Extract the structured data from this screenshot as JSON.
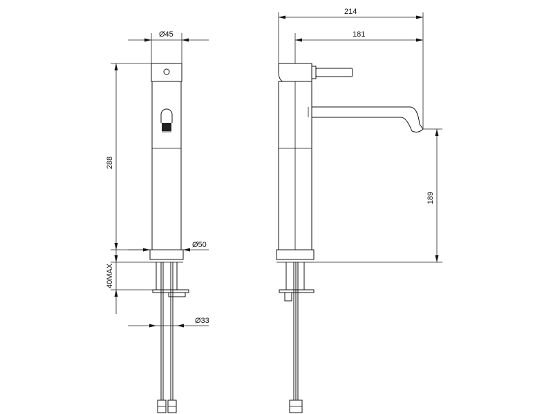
{
  "dimensions": {
    "body_diameter": "Ø45",
    "body_height": "288",
    "base_diameter": "Ø50",
    "deck_thickness": "40MAX",
    "shank_diameter": "Ø33",
    "overall_reach": "214",
    "spout_reach": "181",
    "spout_height": "189"
  }
}
